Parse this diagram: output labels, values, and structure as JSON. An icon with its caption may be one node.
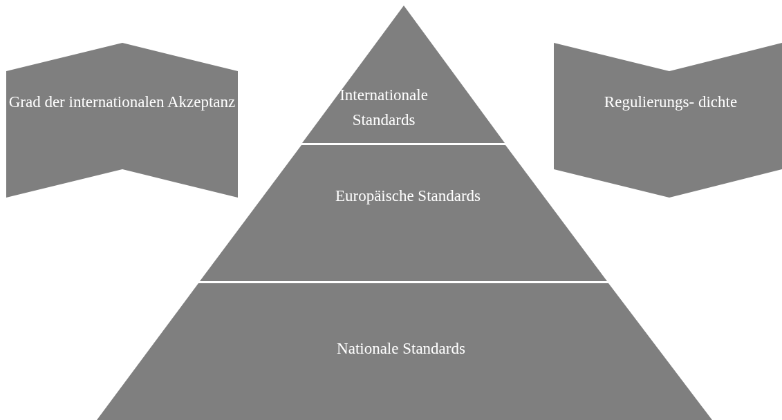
{
  "diagram": {
    "nodes": [
      {
        "text": [
          "Grad der internationalen Akzeptanz"
        ]
      },
      {
        "text": [
          "Internationale Standards"
        ]
      },
      {
        "text": [
          "Europäische Standards"
        ]
      },
      {
        "text": [
          "Nationale Standards"
        ]
      },
      {
        "text": [
          "Regulierungs- dichte"
        ]
      }
    ]
  }
}
